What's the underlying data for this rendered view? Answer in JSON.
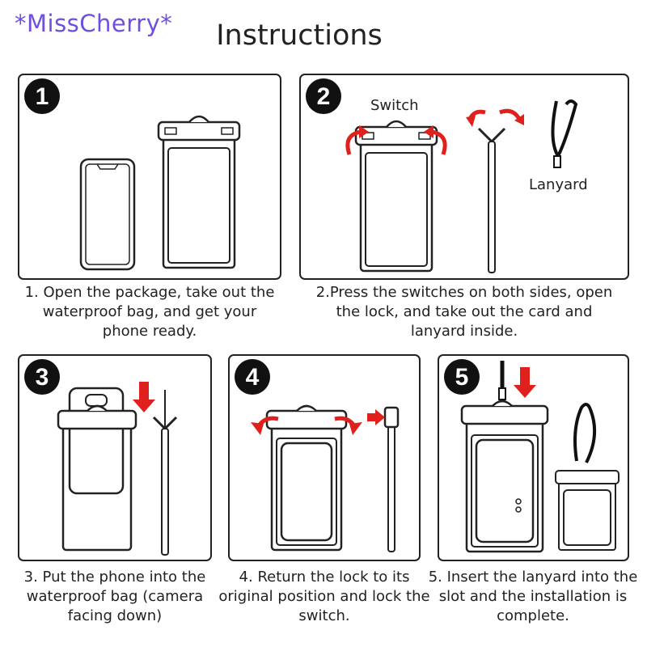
{
  "brand": "*MissCherry*",
  "title": "Instructions",
  "steps": [
    {
      "num": "1",
      "caption": "1. Open the package, take out the waterproof bag, and get your phone ready."
    },
    {
      "num": "2",
      "caption": "2.Press the switches on both sides, open the lock, and take out the card and lanyard inside.",
      "labels": {
        "switch": "Switch",
        "lanyard": "Lanyard"
      }
    },
    {
      "num": "3",
      "caption": "3. Put the phone into the waterproof bag (camera facing down)"
    },
    {
      "num": "4",
      "caption": "4. Return the lock to its original position and lock the switch."
    },
    {
      "num": "5",
      "caption": "5. Insert the lanyard into the slot and the installation is complete."
    }
  ],
  "colors": {
    "arrow": "#e0201c",
    "brand": "#6f4fe0",
    "ink": "#222222"
  }
}
